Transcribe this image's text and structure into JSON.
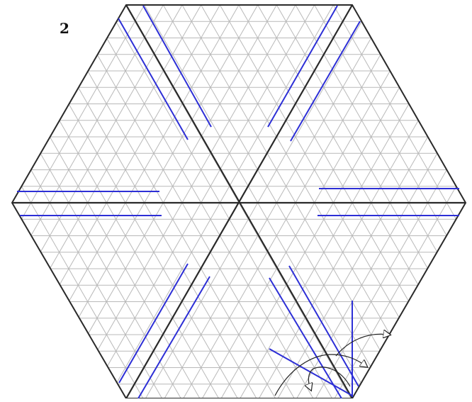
{
  "diagram": {
    "step_number": "2",
    "shape": "hexagon",
    "colors": {
      "grid": "#b9b9b9",
      "outline": "#2a2a2a",
      "main_diagonals": "#2a2a2a",
      "crease_lines": "#2d2fd6",
      "fold_arrows": "#222222",
      "background": "#ffffff"
    },
    "grid": "triangular",
    "crease_pairs_count": 6,
    "fold_arrows": "bottom-right"
  }
}
